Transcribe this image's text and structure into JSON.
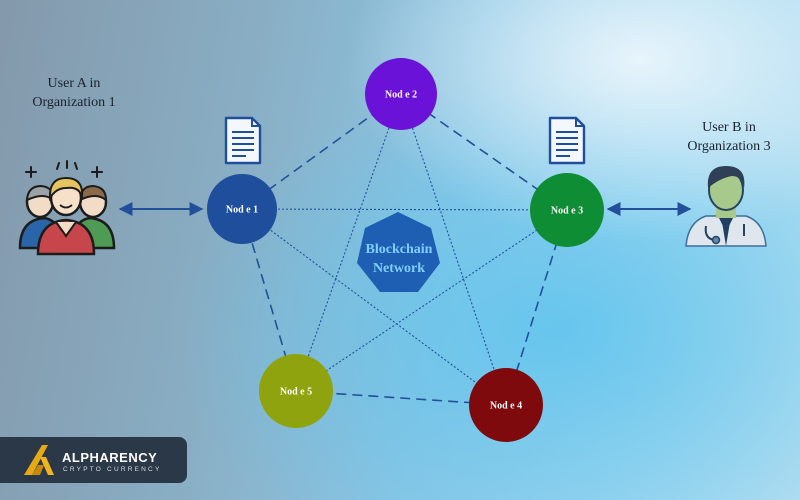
{
  "users": {
    "a": {
      "line1": "User A in",
      "line2": "Organization 1"
    },
    "b": {
      "line1": "User B in",
      "line2": "Organization 3"
    }
  },
  "hub": {
    "line1": "Blockchain",
    "line2": "Network"
  },
  "nodes": [
    {
      "id": "node1",
      "label": "Nod e 1",
      "color": "#1f4e9d"
    },
    {
      "id": "node2",
      "label": "Nod e 2",
      "color": "#6a12d8"
    },
    {
      "id": "node3",
      "label": "Nod e 3",
      "color": "#0f8d35"
    },
    {
      "id": "node4",
      "label": "Nod e 4",
      "color": "#7e0a0d"
    },
    {
      "id": "node5",
      "label": "Nod e 5",
      "color": "#8fa30e"
    }
  ],
  "connections": {
    "dashed": [
      [
        "node1",
        "node2"
      ],
      [
        "node2",
        "node3"
      ],
      [
        "node3",
        "node4"
      ],
      [
        "node4",
        "node5"
      ],
      [
        "node5",
        "node1"
      ]
    ],
    "dotted": [
      [
        "node1",
        "node3"
      ],
      [
        "node1",
        "node4"
      ],
      [
        "node2",
        "node4"
      ],
      [
        "node2",
        "node5"
      ],
      [
        "node3",
        "node5"
      ]
    ]
  },
  "icons": {
    "user_group": "user-group-icon",
    "doctor": "doctor-icon",
    "document": "document-icon",
    "arrow": "double-arrow-icon",
    "hub": "heptagon-icon"
  },
  "colors": {
    "line": "#23509a",
    "hub_fill": "#1e5fb3",
    "hub_text": "#7fd0ff"
  },
  "logo": {
    "name": "ALPHARENCY",
    "tagline": "CRYPTO CURRENCY"
  }
}
